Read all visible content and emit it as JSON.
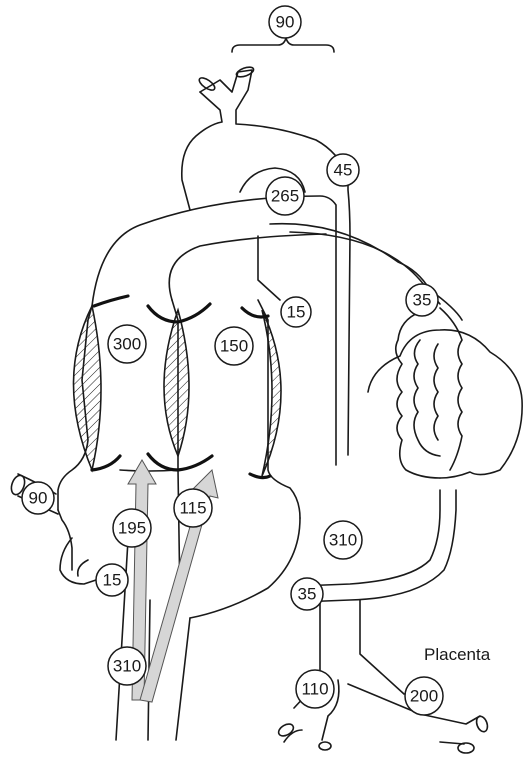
{
  "colors": {
    "line": "#1a1a1a",
    "arrow_fill": "#d6d6d6",
    "background": "#ffffff"
  },
  "labels": {
    "placenta": "Placenta"
  },
  "flow_values": {
    "top_brace": "90",
    "aortic_isthmus": "45",
    "aortic_arch": "265",
    "ductus_arteriosus_top": "15",
    "ductus_venosus": "35",
    "left_ventricle": "300",
    "right_ventricle": "150",
    "svc_left": "90",
    "left_atrium_return": "15",
    "foramen_ovale": "195",
    "tricuspid_inflow": "115",
    "portal_sinus": "35",
    "umbilical_vein": "310",
    "ivc": "310",
    "descending_aorta": "110",
    "umbilical_arteries": "200"
  }
}
